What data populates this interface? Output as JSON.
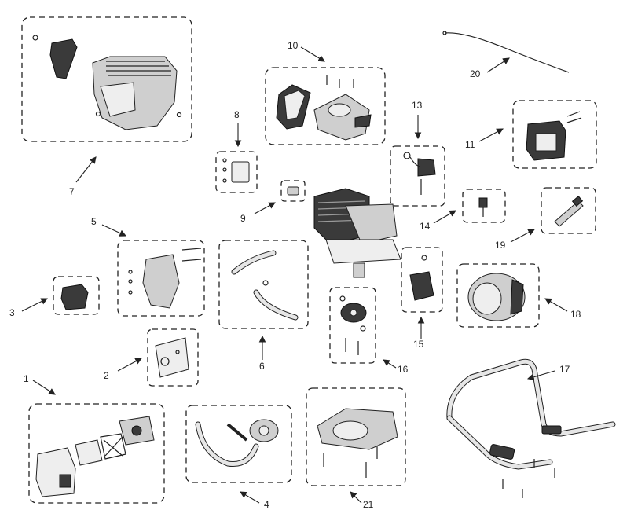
{
  "diagram": {
    "callouts": [
      {
        "id": "1",
        "label": "1"
      },
      {
        "id": "2",
        "label": "2"
      },
      {
        "id": "3",
        "label": "3"
      },
      {
        "id": "4",
        "label": "4"
      },
      {
        "id": "5",
        "label": "5"
      },
      {
        "id": "6",
        "label": "6"
      },
      {
        "id": "7",
        "label": "7"
      },
      {
        "id": "8",
        "label": "8"
      },
      {
        "id": "9",
        "label": "9"
      },
      {
        "id": "10",
        "label": "10"
      },
      {
        "id": "11",
        "label": "11"
      },
      {
        "id": "13",
        "label": "13"
      },
      {
        "id": "14",
        "label": "14"
      },
      {
        "id": "15",
        "label": "15"
      },
      {
        "id": "16",
        "label": "16"
      },
      {
        "id": "17",
        "label": "17"
      },
      {
        "id": "18",
        "label": "18"
      },
      {
        "id": "19",
        "label": "19"
      },
      {
        "id": "20",
        "label": "20"
      },
      {
        "id": "21",
        "label": "21"
      }
    ],
    "colors": {
      "ink": "#222222",
      "part_fill": "#cfcfcf",
      "dark_fill": "#3a3a3a",
      "background": "#ffffff"
    }
  }
}
